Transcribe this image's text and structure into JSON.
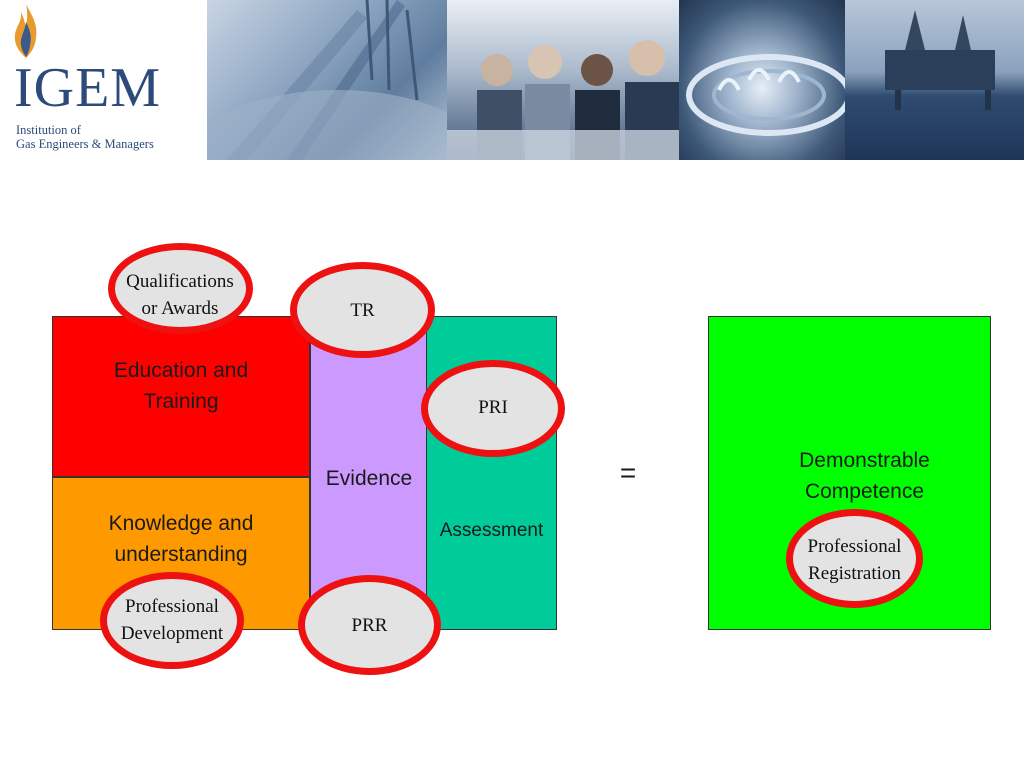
{
  "header": {
    "logo_text": "IGEM",
    "logo_subtitle_line1": "Institution of",
    "logo_subtitle_line2": "Gas Engineers & Managers",
    "photos": [
      "gas-plant-photo",
      "meeting-photo",
      "gas-flame-photo",
      "oil-rig-photo"
    ]
  },
  "colors": {
    "education": "#ff0000",
    "knowledge": "#ff9900",
    "evidence": "#cc99ff",
    "assessment": "#00cc99",
    "competence": "#00ff00",
    "oval_border": "#ee1111",
    "oval_fill": "#e3e3e3",
    "brand": "#2c4a7a"
  },
  "diagram": {
    "education_line1": "Education and",
    "education_line2": "Training",
    "knowledge_line1": "Knowledge and",
    "knowledge_line2": "understanding",
    "evidence": "Evidence",
    "assessment": "Assessment",
    "equals": "=",
    "competence_line1": "Demonstrable",
    "competence_line2": "Competence"
  },
  "ovals": {
    "qualifications_line1": "Qualifications",
    "qualifications_line2": "or Awards",
    "tr": "TR",
    "pri": "PRI",
    "prr": "PRR",
    "pd_line1": "Professional",
    "pd_line2": "Development",
    "reg_line1": "Professional",
    "reg_line2": "Registration"
  }
}
